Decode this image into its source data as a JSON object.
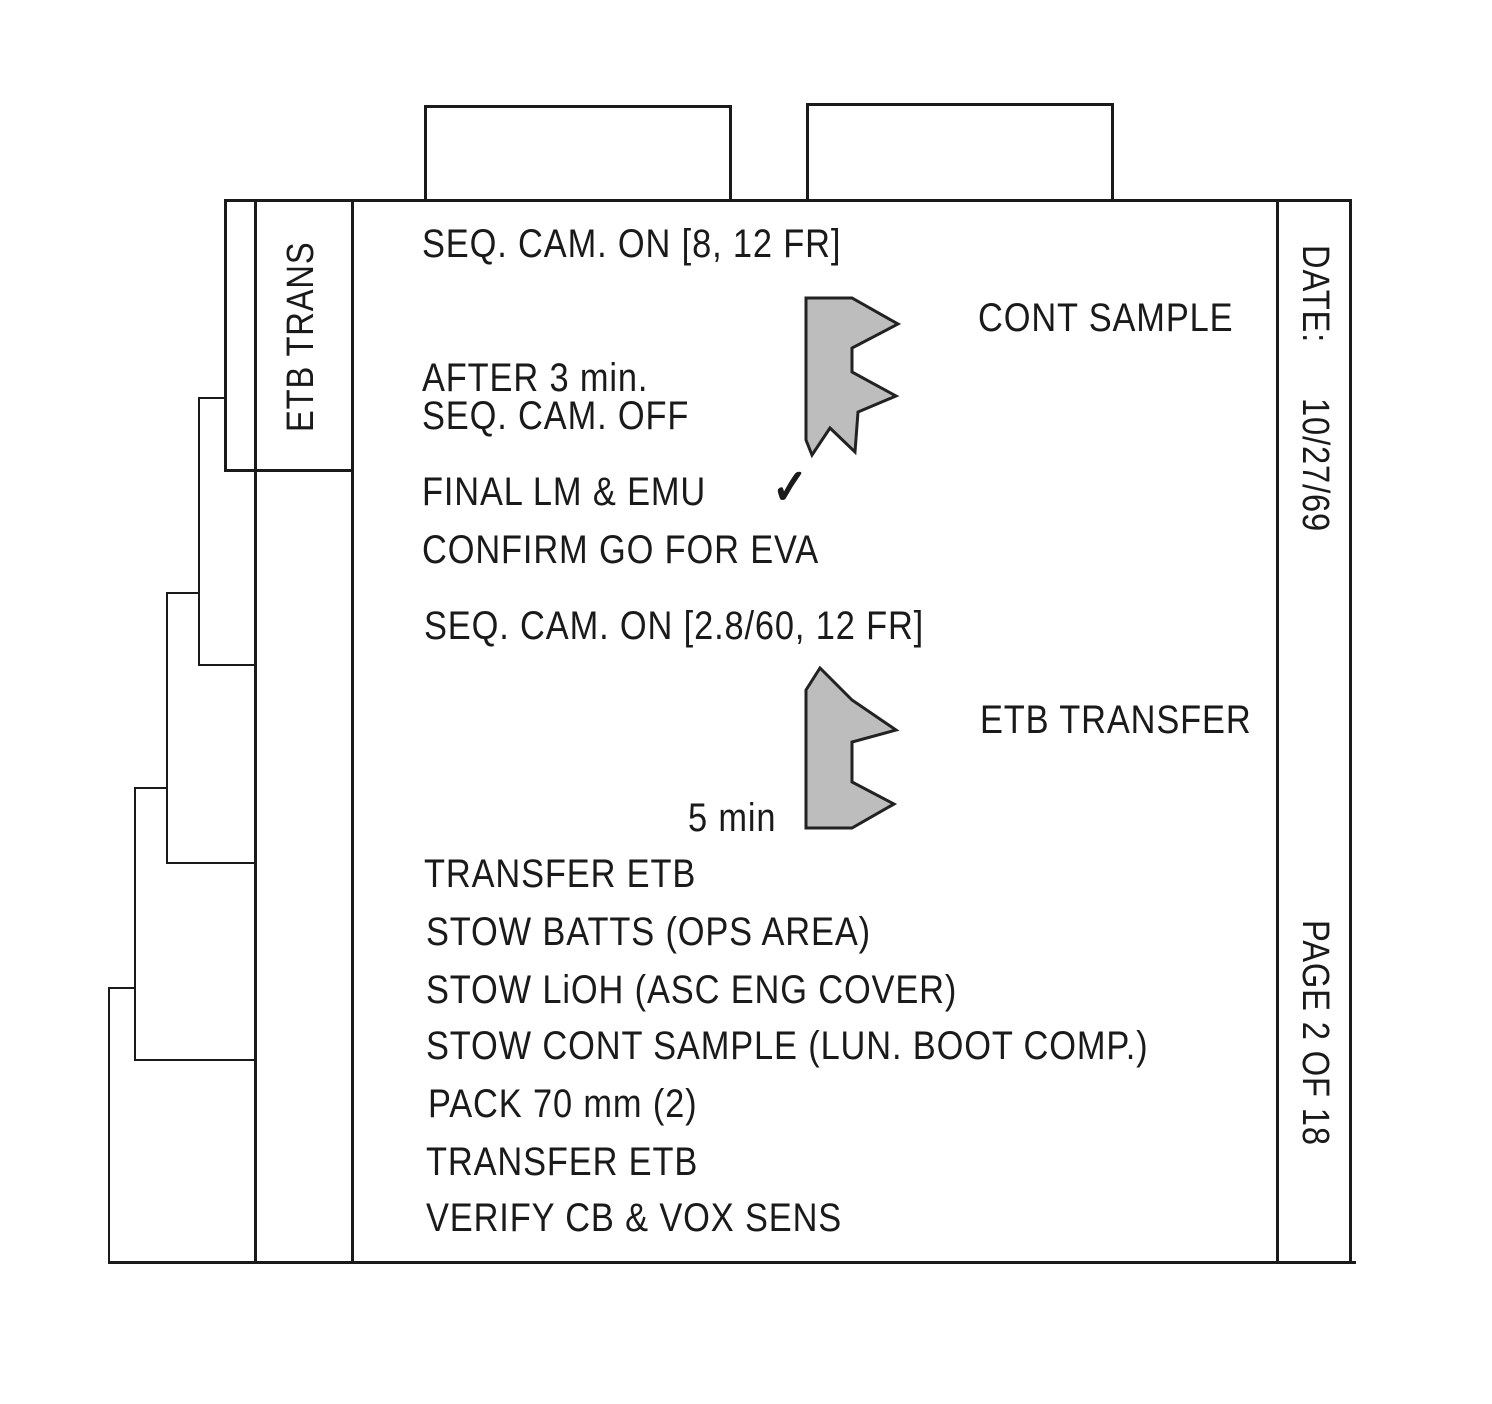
{
  "tab_label": "ETB TRANS",
  "date_label": "DATE:",
  "date_value": "10/27/69",
  "page_label": "PAGE 2 OF 18",
  "steps": [
    "SEQ. CAM. ON  [8, 12 FR]",
    "AFTER 3  min.",
    "SEQ. CAM. OFF",
    "FINAL  LM  &  EMU",
    "CONFIRM  GO  FOR  EVA",
    "SEQ. CAM. ON  [2.8/60,  12 FR]",
    "TRANSFER  ETB",
    "STOW  BATTS  (OPS  AREA)",
    "STOW  LiOH  (ASC  ENG  COVER)",
    "STOW  CONT  SAMPLE  (LUN.  BOOT  COMP.)",
    "PACK  70 mm  (2)",
    "TRANSFER  ETB",
    "VERIFY  CB  &  VOX  SENS"
  ],
  "check_mark": "✓",
  "callouts": [
    {
      "label": "CONT SAMPLE"
    },
    {
      "label": "ETB TRANSFER",
      "duration": "5  min"
    }
  ]
}
